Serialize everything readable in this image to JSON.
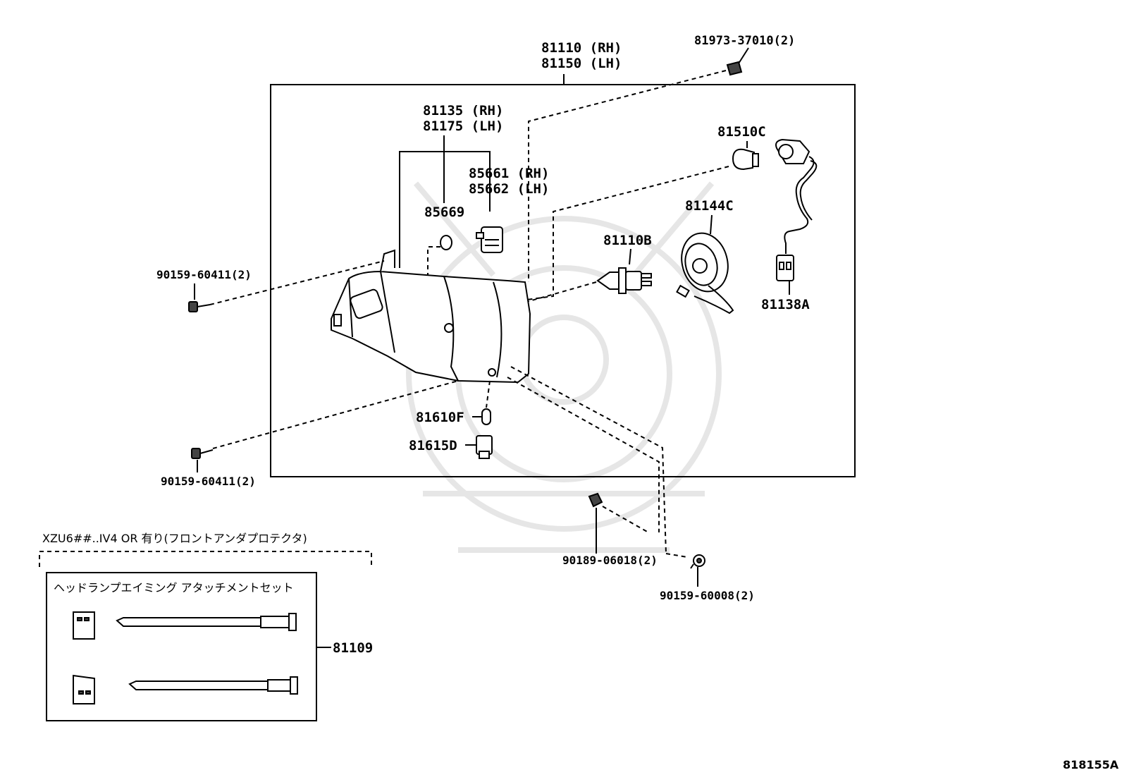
{
  "labels": {
    "assy": [
      "81110 (RH)",
      "81150 (LH)"
    ],
    "clip_top": "81973-37010(2)",
    "unit": [
      "81135 (RH)",
      "81175 (LH)"
    ],
    "actuator": [
      "85661 (RH)",
      "85662 (LH)"
    ],
    "oring": "85669",
    "bulb_w5w": "81510C",
    "socket_cover": "81144C",
    "bulb_h4": "81110B",
    "socket_wire": "81138A",
    "bolt_upper": "90159-60411(2)",
    "bolt_lower": "90159-60411(2)",
    "bulb_side": "81610F",
    "socket_side": "81615D",
    "nut": "90189-06018(2)",
    "screw": "90159-60008(2)",
    "condition": "XZU6##..IV4  OR  有り(フロントアンダプロテクタ)",
    "kit_title": "ヘッドランプエイミング  アタッチメントセット",
    "kit_part": "81109",
    "illustration_code": "818155A"
  }
}
